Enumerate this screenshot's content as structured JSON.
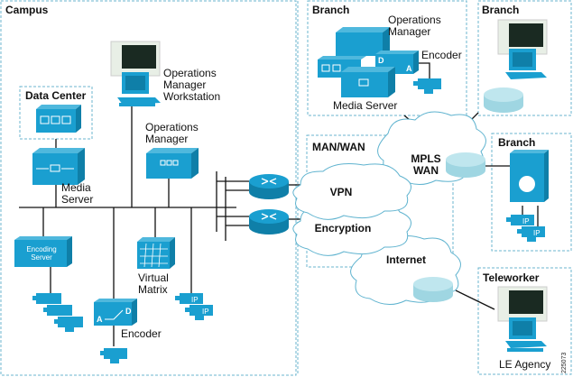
{
  "colors": {
    "device": "#1a9fd0",
    "device_dark": "#0f7fa8",
    "device_light": "#a8dfe8",
    "boundary": "#6bb6cf",
    "cloud_stroke": "#5fb3cf",
    "line": "#111111"
  },
  "zones": {
    "campus": "Campus",
    "data_center": "Data Center",
    "branch_top": "Branch",
    "branch_top_right": "Branch",
    "man_wan": "MAN/WAN",
    "branch_right": "Branch",
    "teleworker": "Teleworker"
  },
  "campus": {
    "ops_workstation": "Operations\nManager\nWorkstation",
    "ops_manager": "Operations\nManager",
    "media_server": "Media\nServer",
    "encoding_server": "Encoding\nServer",
    "virtual_matrix": "Virtual\nMatrix",
    "encoder": "Encoder",
    "encoder_a": "A",
    "encoder_d": "D",
    "ip_label": "IP"
  },
  "branch_top": {
    "ops_manager": "Operations\nManager",
    "encoder": "Encoder",
    "media_server": "Media Server",
    "encoder_a": "A",
    "encoder_d": "D"
  },
  "clouds": {
    "vpn": "VPN",
    "encryption": "Encryption",
    "mpls": "MPLS\nWAN",
    "internet": "Internet"
  },
  "branch_right": {
    "ip_label": "IP"
  },
  "teleworker": {
    "agency": "LE Agency"
  },
  "figure_id": "225073"
}
